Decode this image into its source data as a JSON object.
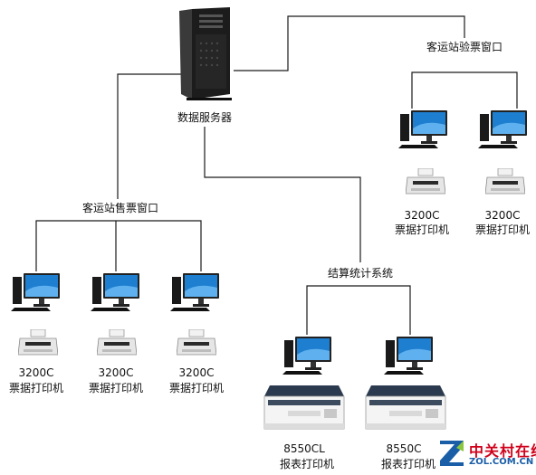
{
  "diagram": {
    "server": {
      "label": "数据服务器",
      "icon": "tower-server-icon"
    },
    "groups": {
      "inspection": {
        "label": "客运站验票窗口",
        "workstations": [
          {
            "printer_model": "3200C",
            "printer_name": "票据打印机"
          },
          {
            "printer_model": "3200C",
            "printer_name": "票据打印机"
          }
        ]
      },
      "ticketing": {
        "label": "客运站售票窗口",
        "workstations": [
          {
            "printer_model": "3200C",
            "printer_name": "票据打印机"
          },
          {
            "printer_model": "3200C",
            "printer_name": "票据打印机"
          },
          {
            "printer_model": "3200C",
            "printer_name": "票据打印机"
          }
        ]
      },
      "settlement": {
        "label": "结算统计系统",
        "workstations": [
          {
            "printer_model": "8550CL",
            "printer_name": "报表打印机"
          },
          {
            "printer_model": "8550C",
            "printer_name": "报表打印机"
          }
        ]
      }
    }
  },
  "watermark": {
    "cn": "中关村在线",
    "en": "ZOL.COM.CN"
  },
  "colors": {
    "line": "#1a1a1a",
    "screen": "#1e7fd0",
    "tower": "#1c1c1c",
    "watermark_red": "#d0021b",
    "watermark_blue": "#1a5ea8"
  }
}
